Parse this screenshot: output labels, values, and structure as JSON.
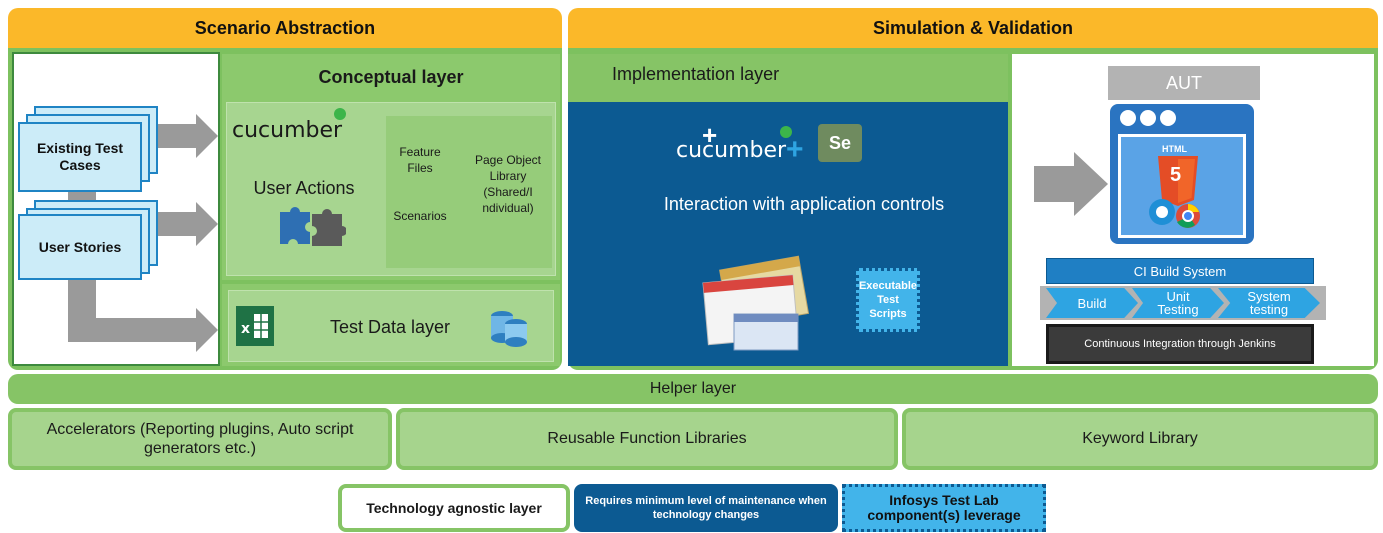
{
  "headers": {
    "left": "Scenario Abstraction",
    "right": "Simulation & Validation"
  },
  "inputs": {
    "existing_test_cases": "Existing Test Cases",
    "user_stories": "User Stories"
  },
  "conceptual": {
    "title": "Conceptual layer",
    "tool": "cucumber",
    "user_actions": "User Actions",
    "feature_files": "Feature Files",
    "scenarios": "Scenarios",
    "page_object_library": "Page Object Library (Shared/I ndividual)"
  },
  "test_data": {
    "label": "Test Data layer"
  },
  "implementation": {
    "title": "Implementation layer",
    "tool": "cucumber",
    "selenium": "Se",
    "description": "Interaction with application controls",
    "executable": "Executable Test Scripts"
  },
  "aut": {
    "title": "AUT",
    "html_label": "HTML",
    "html_version": "5",
    "ci_build": "CI Build System",
    "steps": [
      "Build",
      "Unit Testing",
      "System testing"
    ],
    "ci_jenkins": "Continuous Integration through Jenkins"
  },
  "helper": {
    "label": "Helper layer",
    "libraries": [
      "Accelerators (Reporting plugins, Auto script generators etc.)",
      "Reusable Function Libraries",
      "Keyword Library"
    ]
  },
  "legend": {
    "tech_agnostic": "Technology agnostic layer",
    "min_maintenance": "Requires minimum level of maintenance when technology changes",
    "infosys": "Infosys Test Lab component(s) leverage"
  },
  "colors": {
    "header_orange": "#fbb829",
    "layer_green": "#86c466",
    "impl_blue": "#0c5a92",
    "doc_blue": "#ccecf8",
    "arrow_gray": "#9a9a9a"
  }
}
